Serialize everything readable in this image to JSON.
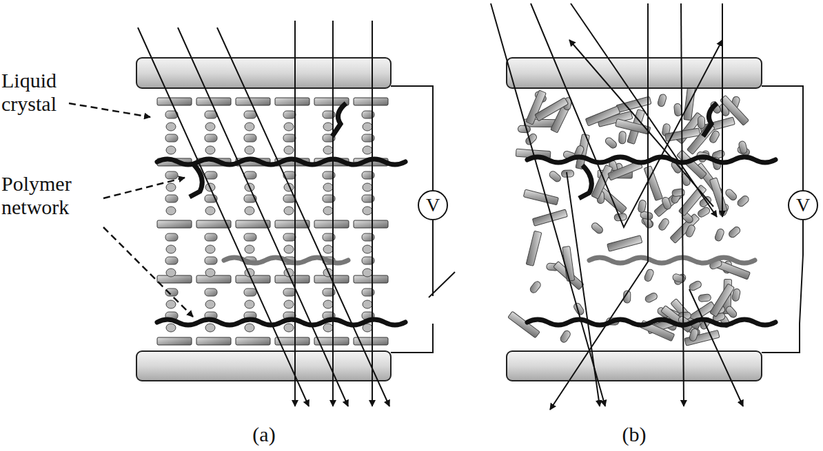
{
  "diagram": {
    "nodes": [
      {
        "text": [
          "V"
        ]
      },
      {
        "text": [
          "V"
        ]
      }
    ],
    "labels": [
      "Liquid crystal",
      "Polymer network",
      "(a)",
      "(b)"
    ]
  }
}
